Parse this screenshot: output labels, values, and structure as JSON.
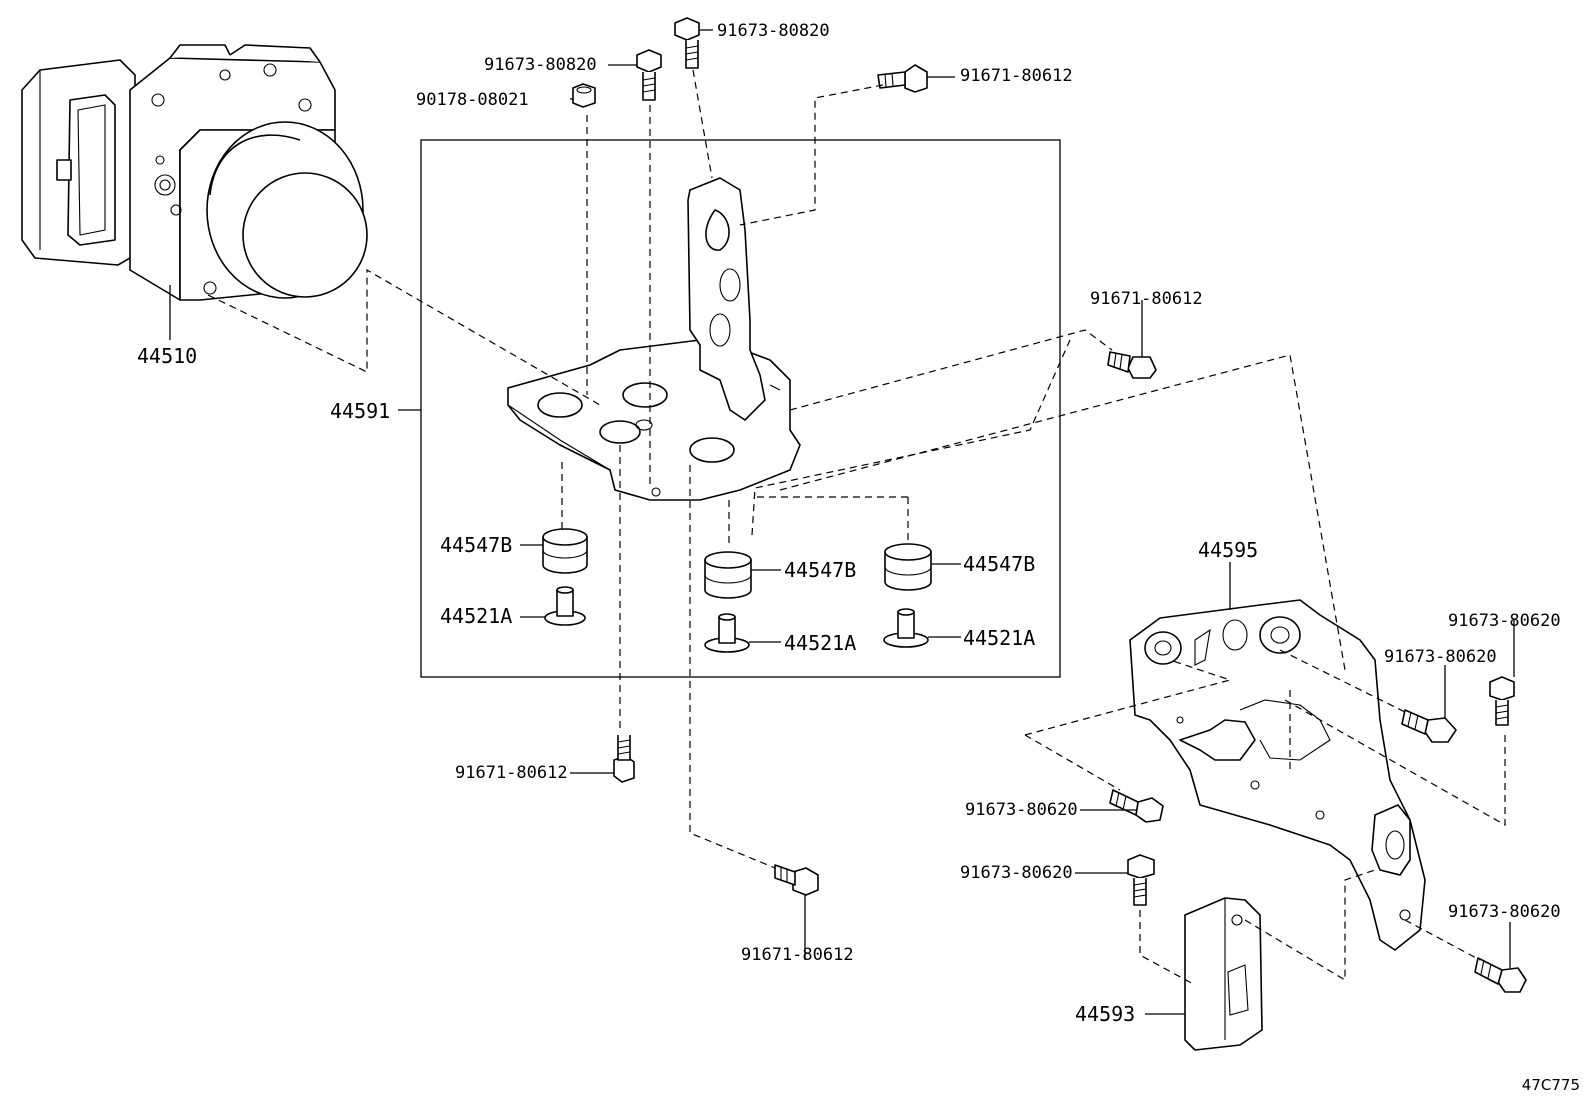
{
  "diagram": {
    "reference_code": "47C775",
    "labels": {
      "actuator": "44510",
      "bracket_assy": "44591",
      "bracket": "44595",
      "cover": "44593",
      "cushion_1": "44547B",
      "cushion_2": "44547B",
      "cushion_3": "44547B",
      "collar_1": "44521A",
      "collar_2": "44521A",
      "collar_3": "44521A",
      "bolt_top_1": "91673-80820",
      "bolt_top_2": "91673-80820",
      "nut_top": "90178-08021",
      "bolt_top_right": "91671-80612",
      "bolt_mid_right": "91671-80612",
      "bolt_lower_left": "91671-80612",
      "bolt_bottom_mid": "91671-80612",
      "bolt_r1": "91673-80620",
      "bolt_r2": "91673-80620",
      "bolt_r3": "91673-80620",
      "bolt_r4": "91673-80620",
      "bolt_r5": "91673-80620"
    }
  }
}
